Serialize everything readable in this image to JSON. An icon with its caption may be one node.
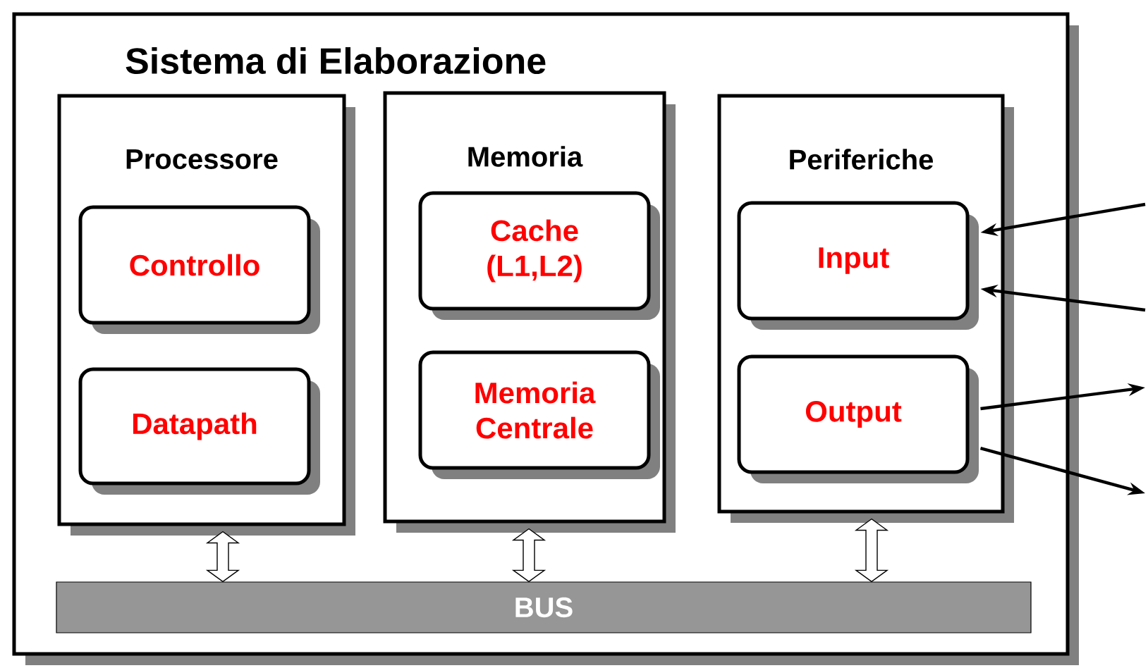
{
  "diagram": {
    "nodes": [
      {
        "text": [
          "Sistema di Elaborazione"
        ]
      },
      {
        "text": [
          "Processore"
        ],
        "in": 0
      },
      {
        "text": [
          "Controllo"
        ],
        "in": 1
      },
      {
        "text": [
          "Datapath"
        ],
        "in": 1
      },
      {
        "text": [
          "Memoria"
        ],
        "in": 0
      },
      {
        "text": [
          "Cache (L1,L2)"
        ],
        "in": 4
      },
      {
        "text": [
          "Memoria Centrale"
        ],
        "in": 4
      },
      {
        "text": [
          "Periferiche"
        ],
        "in": 0
      },
      {
        "text": [
          "Input"
        ],
        "in": 7
      },
      {
        "text": [
          "Output"
        ],
        "in": 7
      },
      {
        "text": [
          "BUS"
        ],
        "in": 0
      }
    ],
    "edges": [
      {
        "from": 1,
        "to": 10,
        "arrow": "both"
      },
      {
        "from": 4,
        "to": 10,
        "arrow": "both"
      },
      {
        "from": 7,
        "to": 10,
        "arrow": "both"
      },
      {
        "from": null,
        "to": 8,
        "arrow": "to"
      },
      {
        "from": null,
        "to": 8,
        "arrow": "to"
      },
      {
        "from": 9,
        "to": null,
        "arrow": "to"
      },
      {
        "from": 9,
        "to": null,
        "arrow": "to"
      }
    ]
  }
}
